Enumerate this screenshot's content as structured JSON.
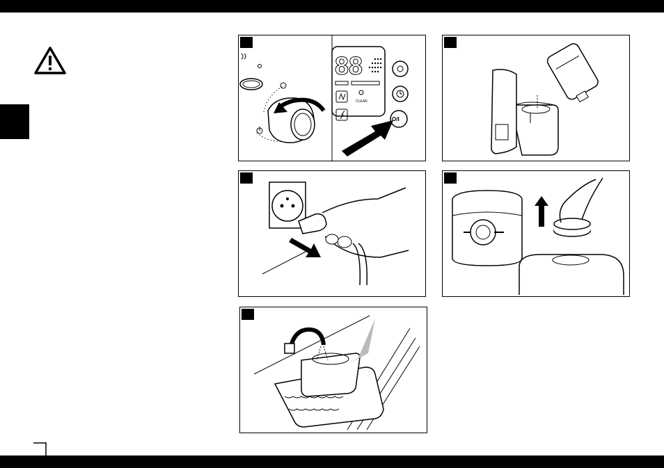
{
  "display": {
    "digits": "88",
    "clean_label": "CLEAN",
    "power_symbol": "O/I"
  },
  "colors": {
    "ink": "#000000",
    "paper": "#ffffff"
  },
  "icons": {
    "warning": "warning-triangle-icon"
  }
}
